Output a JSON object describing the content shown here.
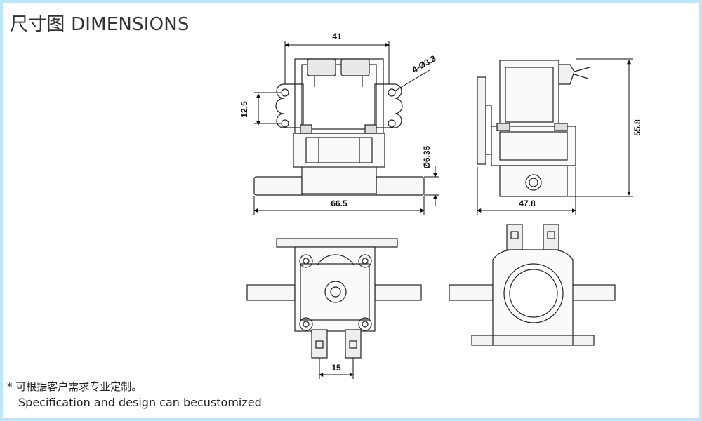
{
  "title": "尺寸图 DIMENSIONS",
  "dimensions": {
    "top_width": "41",
    "hole_spacing": "12.5",
    "holes": "4-Ø3.3",
    "pipe_diameter": "Ø6.35",
    "overall_length": "66.5",
    "side_width": "47.8",
    "height": "55.8",
    "terminal_spacing": "15"
  },
  "notes": {
    "cn": "* 可根据客户需求专业定制。",
    "en": "Specification and design can becustomized"
  }
}
